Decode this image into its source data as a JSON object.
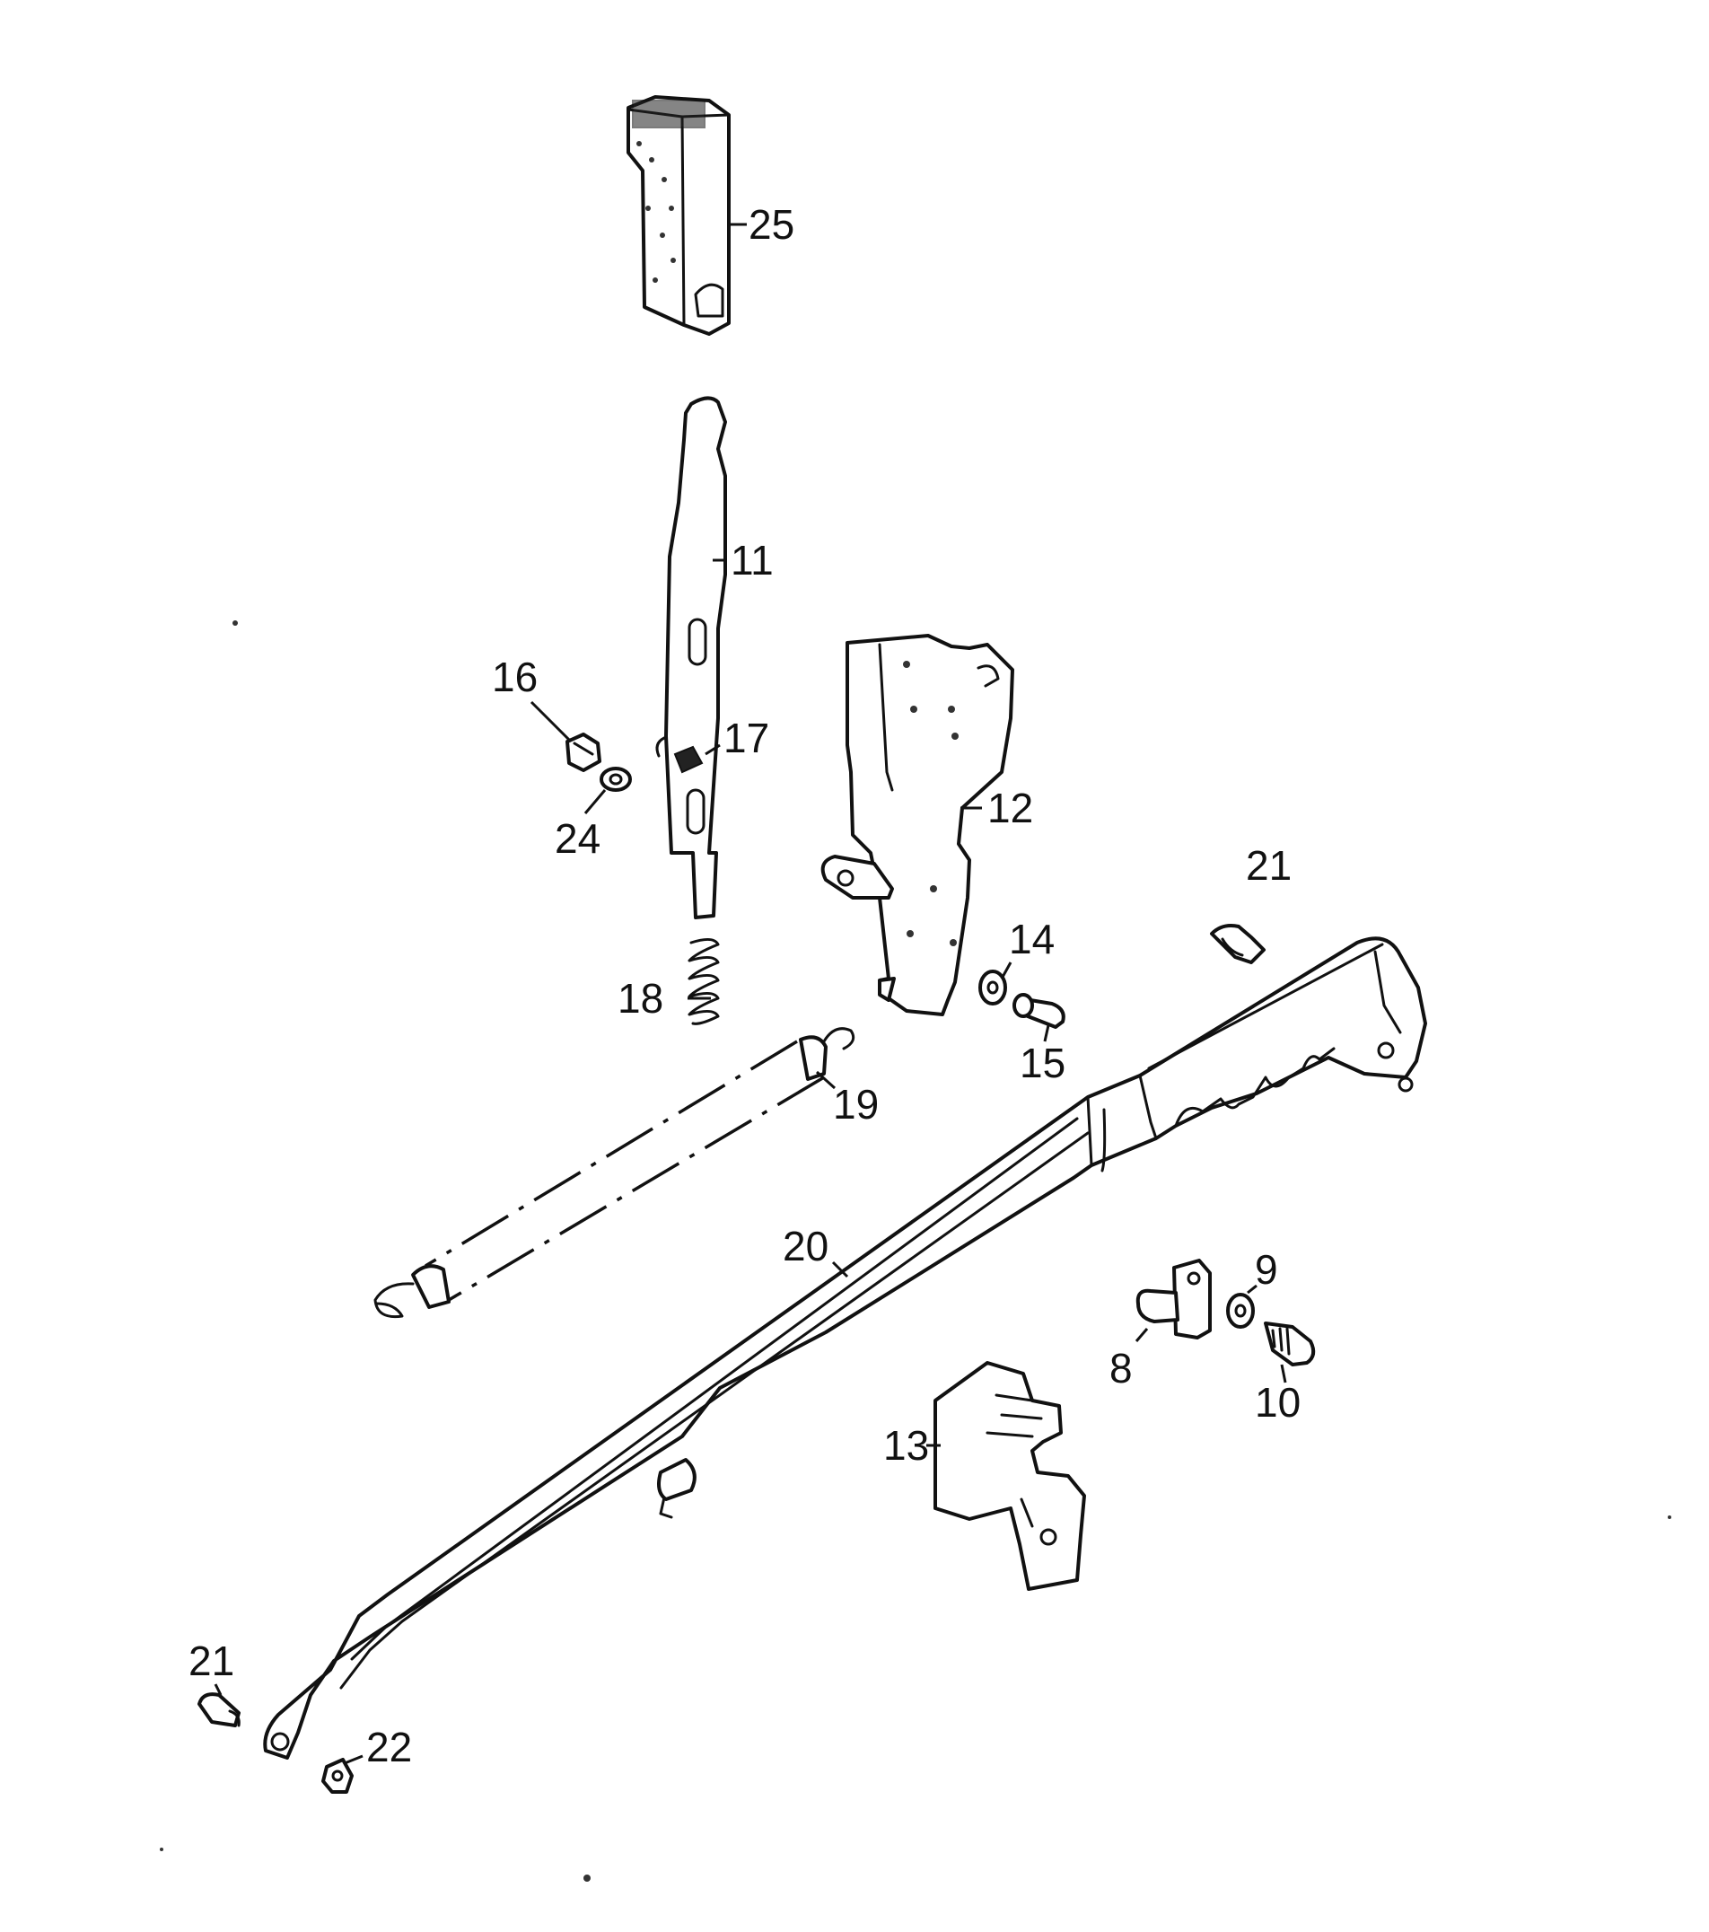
{
  "diagram": {
    "callouts": [
      {
        "id": "25",
        "text": "25"
      },
      {
        "id": "11",
        "text": "11"
      },
      {
        "id": "16",
        "text": "16"
      },
      {
        "id": "17",
        "text": "17"
      },
      {
        "id": "24",
        "text": "24"
      },
      {
        "id": "12",
        "text": "12"
      },
      {
        "id": "21a",
        "text": "21"
      },
      {
        "id": "14",
        "text": "14"
      },
      {
        "id": "18",
        "text": "18"
      },
      {
        "id": "15",
        "text": "15"
      },
      {
        "id": "19",
        "text": "19"
      },
      {
        "id": "20",
        "text": "20"
      },
      {
        "id": "9",
        "text": "9"
      },
      {
        "id": "8",
        "text": "8"
      },
      {
        "id": "10",
        "text": "10"
      },
      {
        "id": "13",
        "text": "13"
      },
      {
        "id": "21b",
        "text": "21"
      },
      {
        "id": "22",
        "text": "22"
      }
    ]
  }
}
